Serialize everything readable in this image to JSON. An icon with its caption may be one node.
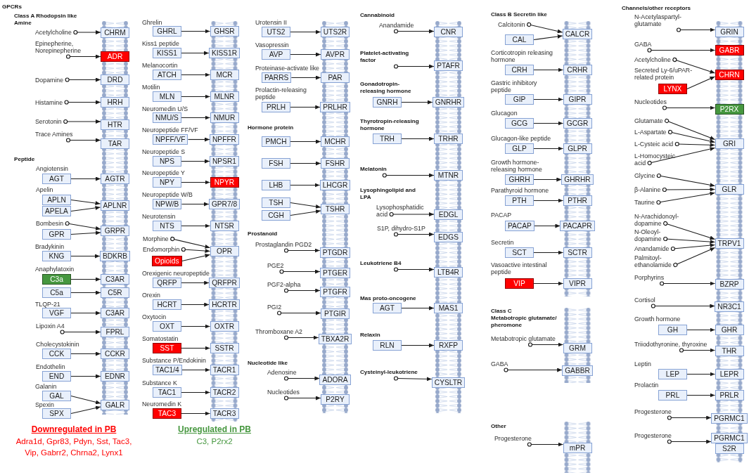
{
  "diagram": {
    "nodes": [
      {
        "text": [
          "Acetylcholine"
        ]
      },
      {
        "text": [
          "CHRM"
        ]
      },
      {
        "text": [
          "Epinepherine, Norepinepherine"
        ]
      },
      {
        "text": [
          "ADR"
        ]
      },
      {
        "text": [
          "Dopamine"
        ]
      },
      {
        "text": [
          "DRD"
        ]
      },
      {
        "text": [
          "Histamine"
        ]
      },
      {
        "text": [
          "HRH"
        ]
      },
      {
        "text": [
          "Serotonin"
        ]
      },
      {
        "text": [
          "HTR"
        ]
      },
      {
        "text": [
          "Trace Amines"
        ]
      },
      {
        "text": [
          "TAR"
        ]
      },
      {
        "text": [
          "AGT"
        ],
        "beside": [
          "Angiotensin"
        ]
      },
      {
        "text": [
          "AGTR"
        ]
      },
      {
        "text": [
          "APLN"
        ],
        "beside": [
          "Apelin"
        ]
      },
      {
        "text": [
          "APELA"
        ]
      },
      {
        "text": [
          "APLNR"
        ]
      },
      {
        "text": [
          "Bombesin"
        ]
      },
      {
        "text": [
          "GPR"
        ]
      },
      {
        "text": [
          "GRPR"
        ]
      },
      {
        "text": [
          "KNG"
        ],
        "beside": [
          "Bradykinin"
        ]
      },
      {
        "text": [
          "BDKRB"
        ]
      },
      {
        "text": [
          "C3a"
        ],
        "beside": [
          "Anaphylatoxin"
        ]
      },
      {
        "text": [
          "C3AR"
        ]
      },
      {
        "text": [
          "C5a"
        ]
      },
      {
        "text": [
          "C5R"
        ]
      },
      {
        "text": [
          "VGF"
        ],
        "beside": [
          "TLQP-21"
        ]
      },
      {
        "text": [
          "C3AR"
        ]
      },
      {
        "text": [
          "Lipoxin A4"
        ]
      },
      {
        "text": [
          "FPRL"
        ]
      },
      {
        "text": [
          "CCK"
        ],
        "beside": [
          "Cholecystokinin"
        ]
      },
      {
        "text": [
          "CCKR"
        ]
      },
      {
        "text": [
          "END"
        ],
        "beside": [
          "Endothelin"
        ]
      },
      {
        "text": [
          "EDNR"
        ]
      },
      {
        "text": [
          "GAL"
        ],
        "beside": [
          "Galanin"
        ]
      },
      {
        "text": [
          "SPX"
        ],
        "beside": [
          "Spexin"
        ]
      },
      {
        "text": [
          "GALR"
        ]
      },
      {
        "text": [
          "GHRL"
        ],
        "beside": [
          "Ghrelin"
        ]
      },
      {
        "text": [
          "GHSR"
        ]
      },
      {
        "text": [
          "KISS1"
        ],
        "beside": [
          "Kiss1 peptide"
        ]
      },
      {
        "text": [
          "KISS1R"
        ]
      },
      {
        "text": [
          "ATCH"
        ],
        "beside": [
          "Melanocortin"
        ]
      },
      {
        "text": [
          "MCR"
        ]
      },
      {
        "text": [
          "MLN"
        ],
        "beside": [
          "Motilin"
        ]
      },
      {
        "text": [
          "MLNR"
        ]
      },
      {
        "text": [
          "NMU/S"
        ],
        "beside": [
          "Neuromedin U/S"
        ]
      },
      {
        "text": [
          "NMUR"
        ]
      },
      {
        "text": [
          "NPFF/VF"
        ],
        "beside": [
          "Neuropeptide FF/VF"
        ]
      },
      {
        "text": [
          "NPFFR"
        ]
      },
      {
        "text": [
          "NPS"
        ],
        "beside": [
          "Neuropeptide S"
        ]
      },
      {
        "text": [
          "NPSR1"
        ]
      },
      {
        "text": [
          "NPY"
        ],
        "beside": [
          "Neuropeptide Y"
        ]
      },
      {
        "text": [
          "NPYR"
        ]
      },
      {
        "text": [
          "NPW/B"
        ],
        "beside": [
          "Neuropeptide W/B"
        ]
      },
      {
        "text": [
          "GPR7/8"
        ]
      },
      {
        "text": [
          "NTS"
        ],
        "beside": [
          "Neurotensin"
        ]
      },
      {
        "text": [
          "NTSR"
        ]
      },
      {
        "text": [
          "Morphine"
        ]
      },
      {
        "text": [
          "Endomorphin"
        ]
      },
      {
        "text": [
          "Opioids"
        ]
      },
      {
        "text": [
          "OPR"
        ]
      },
      {
        "text": [
          "QRFP"
        ],
        "beside": [
          "Orexigenic neuropeptide"
        ]
      },
      {
        "text": [
          "QRFPR"
        ]
      },
      {
        "text": [
          "HCRT"
        ],
        "beside": [
          "Orexin"
        ]
      },
      {
        "text": [
          "HCRTR"
        ]
      },
      {
        "text": [
          "OXT"
        ],
        "beside": [
          "Oxytocin"
        ]
      },
      {
        "text": [
          "OXTR"
        ]
      },
      {
        "text": [
          "SST"
        ],
        "beside": [
          "Somatostatin"
        ]
      },
      {
        "text": [
          "SSTR"
        ]
      },
      {
        "text": [
          "TAC1/4"
        ],
        "beside": [
          "Substance P/Endokinin"
        ]
      },
      {
        "text": [
          "TACR1"
        ]
      },
      {
        "text": [
          "TAC1"
        ],
        "beside": [
          "Substance K"
        ]
      },
      {
        "text": [
          "TACR2"
        ]
      },
      {
        "text": [
          "TAC3"
        ],
        "beside": [
          "Neuromedin K"
        ]
      },
      {
        "text": [
          "TACR3"
        ]
      },
      {
        "text": [
          "UTS2"
        ],
        "beside": [
          "Urotensin II"
        ]
      },
      {
        "text": [
          "UTS2R"
        ]
      },
      {
        "text": [
          "AVP"
        ],
        "beside": [
          "Vasopressin"
        ]
      },
      {
        "text": [
          "AVPR"
        ]
      },
      {
        "text": [
          "PARRS"
        ],
        "beside": [
          "Proteinase-activate like"
        ]
      },
      {
        "text": [
          "PAR"
        ]
      },
      {
        "text": [
          "PRLH"
        ],
        "beside": [
          "Prolactin-releasing peptide"
        ]
      },
      {
        "text": [
          "PRLHR"
        ]
      },
      {
        "text": [
          "PMCH"
        ]
      },
      {
        "text": [
          "MCHR"
        ]
      },
      {
        "text": [
          "FSH"
        ]
      },
      {
        "text": [
          "FSHR"
        ]
      },
      {
        "text": [
          "LHB"
        ]
      },
      {
        "text": [
          "LHCGR"
        ]
      },
      {
        "text": [
          "TSH"
        ]
      },
      {
        "text": [
          "CGH"
        ]
      },
      {
        "text": [
          "TSHR"
        ]
      },
      {
        "text": [
          "Prostaglandin PGD2"
        ]
      },
      {
        "text": [
          "PTGDR"
        ]
      },
      {
        "text": [
          "PGE2"
        ]
      },
      {
        "text": [
          "PTGER"
        ]
      },
      {
        "text": [
          "PGF2-alpha"
        ]
      },
      {
        "text": [
          "PTGFR"
        ]
      },
      {
        "text": [
          "PGI2"
        ]
      },
      {
        "text": [
          "PTGIR"
        ]
      },
      {
        "text": [
          "Thromboxane A2"
        ]
      },
      {
        "text": [
          "TBXA2R"
        ]
      },
      {
        "text": [
          "Adenosine"
        ]
      },
      {
        "text": [
          "ADORA"
        ]
      },
      {
        "text": [
          "Nucleotides"
        ]
      },
      {
        "text": [
          "P2RY"
        ]
      },
      {
        "text": [
          "Anandamide"
        ]
      },
      {
        "text": [
          "CNR"
        ]
      },
      {
        "text": [
          "Platelet-activating factor"
        ]
      },
      {
        "text": [
          "PTAFR"
        ]
      },
      {
        "text": [
          "GNRH"
        ]
      },
      {
        "text": [
          "GNRHR"
        ]
      },
      {
        "text": [
          "TRH"
        ]
      },
      {
        "text": [
          "TRHR"
        ]
      },
      {
        "text": [
          "Melatonin"
        ]
      },
      {
        "text": [
          "MTNR"
        ]
      },
      {
        "text": [
          "Lysophosphatidic acid"
        ]
      },
      {
        "text": [
          "EDGL"
        ]
      },
      {
        "text": [
          "S1P, dihydro-S1P"
        ]
      },
      {
        "text": [
          "EDGS"
        ]
      },
      {
        "text": [
          "Leukotriene B4"
        ]
      },
      {
        "text": [
          "LTB4R"
        ]
      },
      {
        "text": [
          "AGT"
        ]
      },
      {
        "text": [
          "MAS1"
        ]
      },
      {
        "text": [
          "RLN"
        ]
      },
      {
        "text": [
          "RXFP"
        ]
      },
      {
        "text": [
          "Cysteinyl-leukotriene"
        ]
      },
      {
        "text": [
          "CYSLTR"
        ]
      },
      {
        "text": [
          "Calcitonin"
        ]
      },
      {
        "text": [
          "CAL"
        ]
      },
      {
        "text": [
          "CALCR"
        ]
      },
      {
        "text": [
          "CRH"
        ],
        "beside": [
          "Corticotropin releasing hormone"
        ]
      },
      {
        "text": [
          "CRHR"
        ]
      },
      {
        "text": [
          "GIP"
        ],
        "beside": [
          "Gastric inhibitory peptide"
        ]
      },
      {
        "text": [
          "GIPR"
        ]
      },
      {
        "text": [
          "GCG"
        ],
        "beside": [
          "Glucagon"
        ]
      },
      {
        "text": [
          "GCGR"
        ]
      },
      {
        "text": [
          "GLP"
        ],
        "beside": [
          "Glucagon-like peptide"
        ]
      },
      {
        "text": [
          "GLPR"
        ]
      },
      {
        "text": [
          "GHRH"
        ],
        "beside": [
          "Growth hormone-releasing hormone"
        ]
      },
      {
        "text": [
          "GHRHR"
        ]
      },
      {
        "text": [
          "PTH"
        ],
        "beside": [
          "Parathyroid hormone"
        ]
      },
      {
        "text": [
          "PTHR"
        ]
      },
      {
        "text": [
          "PACAP"
        ],
        "beside": [
          "PACAP"
        ]
      },
      {
        "text": [
          "PACAPR"
        ]
      },
      {
        "text": [
          "SCT"
        ],
        "beside": [
          "Secretin"
        ]
      },
      {
        "text": [
          "SCTR"
        ]
      },
      {
        "text": [
          "VIP"
        ],
        "beside": [
          "Vasoactive intestinal peptide"
        ]
      },
      {
        "text": [
          "VIPR"
        ]
      },
      {
        "text": [
          "Metabotropic glutamate"
        ]
      },
      {
        "text": [
          "GRM"
        ]
      },
      {
        "text": [
          "GABA"
        ]
      },
      {
        "text": [
          "GABBR"
        ]
      },
      {
        "text": [
          "Progesterone"
        ]
      },
      {
        "text": [
          "mPR"
        ]
      },
      {
        "text": [
          "N-Acetylaspartyl-glutamate"
        ]
      },
      {
        "text": [
          "GRIN"
        ]
      },
      {
        "text": [
          "GABA"
        ]
      },
      {
        "text": [
          "GABR"
        ]
      },
      {
        "text": [
          "Acetylcholine"
        ]
      },
      {
        "text": [
          "LYNX"
        ],
        "beside": [
          "Secreted Ly-6/uPAR-related protein"
        ]
      },
      {
        "text": [
          "CHRN"
        ]
      },
      {
        "text": [
          "Nucleotides"
        ]
      },
      {
        "text": [
          "P2RX"
        ]
      },
      {
        "text": [
          "Glutamate"
        ]
      },
      {
        "text": [
          "L-Aspartate"
        ]
      },
      {
        "text": [
          "L-Cysteic acid"
        ]
      },
      {
        "text": [
          "L-Homocysteic acid"
        ]
      },
      {
        "text": [
          "GRI"
        ]
      },
      {
        "text": [
          "Glycine"
        ]
      },
      {
        "text": [
          "β-Alanine"
        ]
      },
      {
        "text": [
          "Taurine"
        ]
      },
      {
        "text": [
          "GLR"
        ]
      },
      {
        "text": [
          "N-Arachidonoyl-dopamine"
        ]
      },
      {
        "text": [
          "N-Oleoyl-dopamine"
        ]
      },
      {
        "text": [
          "Anandamide"
        ]
      },
      {
        "text": [
          "Palmitoyl-ethanolamide"
        ]
      },
      {
        "text": [
          "TRPV1"
        ]
      },
      {
        "text": [
          "Porphyrins"
        ]
      },
      {
        "text": [
          "BZRP"
        ]
      },
      {
        "text": [
          "Cortisol"
        ]
      },
      {
        "text": [
          "NR3C1"
        ]
      },
      {
        "text": [
          "GH"
        ],
        "beside": [
          "Growth hormone"
        ]
      },
      {
        "text": [
          "GHR"
        ]
      },
      {
        "text": [
          "Triiodothyronine, thyroxine"
        ]
      },
      {
        "text": [
          "THR"
        ]
      },
      {
        "text": [
          "LEP"
        ],
        "beside": [
          "Leptin"
        ]
      },
      {
        "text": [
          "LEPR"
        ]
      },
      {
        "text": [
          "PRL"
        ],
        "beside": [
          "Prolactin"
        ]
      },
      {
        "text": [
          "PRLR"
        ]
      },
      {
        "text": [
          "Progesterone"
        ]
      },
      {
        "text": [
          "PGRMC1"
        ]
      },
      {
        "text": [
          "Progesterone"
        ]
      },
      {
        "text": [
          "PGRMC1"
        ]
      },
      {
        "text": [
          "S2R"
        ]
      }
    ],
    "edges": [
      {
        "from": 0,
        "to": 1,
        "arrow": "to"
      },
      {
        "from": 2,
        "to": 3,
        "arrow": "to"
      },
      {
        "from": 4,
        "to": 5,
        "arrow": "to"
      },
      {
        "from": 6,
        "to": 7,
        "arrow": "to"
      },
      {
        "from": 8,
        "to": 9,
        "arrow": "to"
      },
      {
        "from": 10,
        "to": 11,
        "arrow": "to"
      },
      {
        "from": 12,
        "to": 13,
        "arrow": "to"
      },
      {
        "from": 14,
        "to": 16,
        "arrow": "to"
      },
      {
        "from": 15,
        "to": 16,
        "arrow": "to"
      },
      {
        "from": 17,
        "to": 19,
        "arrow": "to"
      },
      {
        "from": 18,
        "to": 19,
        "arrow": "to"
      },
      {
        "from": 20,
        "to": 21,
        "arrow": "to"
      },
      {
        "from": 22,
        "to": 23,
        "arrow": "to"
      },
      {
        "from": 24,
        "to": 25,
        "arrow": "to"
      },
      {
        "from": 26,
        "to": 27,
        "arrow": "to"
      },
      {
        "from": 28,
        "to": 29,
        "arrow": "to"
      },
      {
        "from": 30,
        "to": 31,
        "arrow": "to"
      },
      {
        "from": 32,
        "to": 33,
        "arrow": "to"
      },
      {
        "from": 34,
        "to": 36,
        "arrow": "to"
      },
      {
        "from": 35,
        "to": 36,
        "arrow": "to"
      },
      {
        "from": 37,
        "to": 38,
        "arrow": "to"
      },
      {
        "from": 39,
        "to": 40,
        "arrow": "to"
      },
      {
        "from": 41,
        "to": 42,
        "arrow": "to"
      },
      {
        "from": 43,
        "to": 44,
        "arrow": "to"
      },
      {
        "from": 45,
        "to": 46,
        "arrow": "to"
      },
      {
        "from": 47,
        "to": 48,
        "arrow": "to"
      },
      {
        "from": 49,
        "to": 50,
        "arrow": "to"
      },
      {
        "from": 51,
        "to": 52,
        "arrow": "to"
      },
      {
        "from": 53,
        "to": 54,
        "arrow": "to"
      },
      {
        "from": 55,
        "to": 56,
        "arrow": "to"
      },
      {
        "from": 57,
        "to": 60,
        "arrow": "to"
      },
      {
        "from": 58,
        "to": 60,
        "arrow": "to"
      },
      {
        "from": 59,
        "to": 60,
        "arrow": "to"
      },
      {
        "from": 61,
        "to": 62,
        "arrow": "to"
      },
      {
        "from": 63,
        "to": 64,
        "arrow": "to"
      },
      {
        "from": 65,
        "to": 66,
        "arrow": "to"
      },
      {
        "from": 67,
        "to": 68,
        "arrow": "to"
      },
      {
        "from": 69,
        "to": 70,
        "arrow": "to"
      },
      {
        "from": 71,
        "to": 72,
        "arrow": "to"
      },
      {
        "from": 73,
        "to": 74,
        "arrow": "to"
      },
      {
        "from": 75,
        "to": 76,
        "arrow": "to"
      },
      {
        "from": 77,
        "to": 78,
        "arrow": "to"
      },
      {
        "from": 79,
        "to": 80,
        "arrow": "to"
      },
      {
        "from": 81,
        "to": 82,
        "arrow": "to"
      },
      {
        "from": 83,
        "to": 84,
        "arrow": "to"
      },
      {
        "from": 85,
        "to": 86,
        "arrow": "to"
      },
      {
        "from": 87,
        "to": 88,
        "arrow": "to"
      },
      {
        "from": 89,
        "to": 91,
        "arrow": "to"
      },
      {
        "from": 90,
        "to": 91,
        "arrow": "to"
      },
      {
        "from": 92,
        "to": 93,
        "arrow": "to"
      },
      {
        "from": 94,
        "to": 95,
        "arrow": "to"
      },
      {
        "from": 96,
        "to": 97,
        "arrow": "to"
      },
      {
        "from": 98,
        "to": 99,
        "arrow": "to"
      },
      {
        "from": 100,
        "to": 101,
        "arrow": "to"
      },
      {
        "from": 102,
        "to": 103,
        "arrow": "to"
      },
      {
        "from": 104,
        "to": 105,
        "arrow": "to"
      },
      {
        "from": 106,
        "to": 107,
        "arrow": "to"
      },
      {
        "from": 108,
        "to": 109,
        "arrow": "to"
      },
      {
        "from": 110,
        "to": 111,
        "arrow": "to"
      },
      {
        "from": 112,
        "to": 113,
        "arrow": "to"
      },
      {
        "from": 114,
        "to": 115,
        "arrow": "to"
      },
      {
        "from": 116,
        "to": 117,
        "arrow": "to"
      },
      {
        "from": 118,
        "to": 119,
        "arrow": "to"
      },
      {
        "from": 120,
        "to": 121,
        "arrow": "to"
      },
      {
        "from": 122,
        "to": 123,
        "arrow": "to"
      },
      {
        "from": 124,
        "to": 125,
        "arrow": "to"
      },
      {
        "from": 126,
        "to": 127,
        "arrow": "to"
      },
      {
        "from": 128,
        "to": 130,
        "arrow": "to"
      },
      {
        "from": 129,
        "to": 130,
        "arrow": "to"
      },
      {
        "from": 131,
        "to": 132,
        "arrow": "to"
      },
      {
        "from": 133,
        "to": 134,
        "arrow": "to"
      },
      {
        "from": 135,
        "to": 136,
        "arrow": "to"
      },
      {
        "from": 137,
        "to": 138,
        "arrow": "to"
      },
      {
        "from": 139,
        "to": 140,
        "arrow": "to"
      },
      {
        "from": 141,
        "to": 142,
        "arrow": "to"
      },
      {
        "from": 143,
        "to": 144,
        "arrow": "to"
      },
      {
        "from": 145,
        "to": 146,
        "arrow": "to"
      },
      {
        "from": 147,
        "to": 148,
        "arrow": "to"
      },
      {
        "from": 149,
        "to": 150,
        "arrow": "to"
      },
      {
        "from": 151,
        "to": 152,
        "arrow": "to"
      },
      {
        "from": 153,
        "to": 154,
        "arrow": "to"
      },
      {
        "from": 155,
        "to": 156,
        "arrow": "to"
      },
      {
        "from": 157,
        "to": 158,
        "arrow": "to"
      },
      {
        "from": 159,
        "to": 161,
        "arrow": "to"
      },
      {
        "from": 160,
        "to": 161,
        "arrow": "to"
      },
      {
        "from": 162,
        "to": 163,
        "arrow": "to"
      },
      {
        "from": 164,
        "to": 168,
        "arrow": "to"
      },
      {
        "from": 165,
        "to": 168,
        "arrow": "to"
      },
      {
        "from": 166,
        "to": 168,
        "arrow": "to"
      },
      {
        "from": 167,
        "to": 168,
        "arrow": "to"
      },
      {
        "from": 169,
        "to": 172,
        "arrow": "to"
      },
      {
        "from": 170,
        "to": 172,
        "arrow": "to"
      },
      {
        "from": 171,
        "to": 172,
        "arrow": "to"
      },
      {
        "from": 173,
        "to": 177,
        "arrow": "to"
      },
      {
        "from": 174,
        "to": 177,
        "arrow": "to"
      },
      {
        "from": 175,
        "to": 177,
        "arrow": "to"
      },
      {
        "from": 176,
        "to": 177,
        "arrow": "to"
      },
      {
        "from": 178,
        "to": 179,
        "arrow": "to"
      },
      {
        "from": 180,
        "to": 181,
        "arrow": "to"
      },
      {
        "from": 182,
        "to": 183,
        "arrow": "to"
      },
      {
        "from": 184,
        "to": 185,
        "arrow": "to"
      },
      {
        "from": 186,
        "to": 187,
        "arrow": "to"
      },
      {
        "from": 188,
        "to": 189,
        "arrow": "to"
      },
      {
        "from": 190,
        "to": 191,
        "arrow": "to"
      },
      {
        "from": 192,
        "to": 193,
        "arrow": "to"
      }
    ],
    "labels": [
      "GPCRs",
      "Class A Rhodopsin like Amine",
      "Peptide",
      "Hormone protein",
      "Prostanoid",
      "Nucleotide like",
      "Cannabinoid",
      "Gonadotropin-releasing hormone",
      "Thyrotropin-releasing hormone",
      "Lysophingolipid and LPA",
      "Mas proto-oncogene",
      "Relaxin",
      "Class B Secretin like",
      "Class C Metabotropic glutamate/ pheromone",
      "Other",
      "Channels/other receptors",
      "Adra1d, Gpr83, Pdyn, Sst, Tac3, Vip, Gabrr2, Chrna2, Lynx1",
      "C3, P2rx2"
    ],
    "legend": [
      {
        "text": "Downregulated in PB",
        "color": "#ff0000"
      },
      {
        "text": "Upregulated in PB",
        "color": "#46973f"
      }
    ]
  }
}
